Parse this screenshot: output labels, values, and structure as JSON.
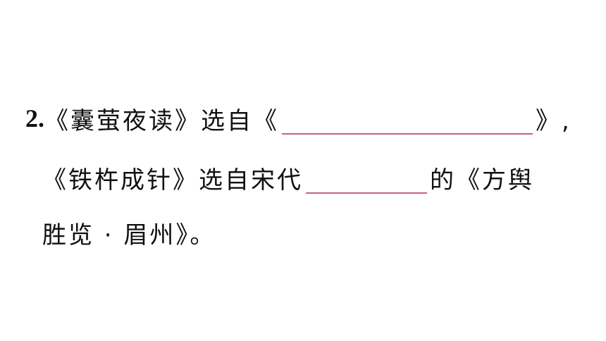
{
  "question": {
    "number": "2.",
    "line1": {
      "before_blank": "《囊萤夜读》选自《",
      "after_blank": "》,"
    },
    "line2": {
      "before_blank": "《铁杵成针》选自宋代",
      "after_blank": "的《方舆"
    },
    "line3": {
      "text": "胜览 · 眉州》。"
    }
  },
  "colors": {
    "text": "#111111",
    "blank_underline": "#c9607a",
    "background": "#ffffff"
  }
}
